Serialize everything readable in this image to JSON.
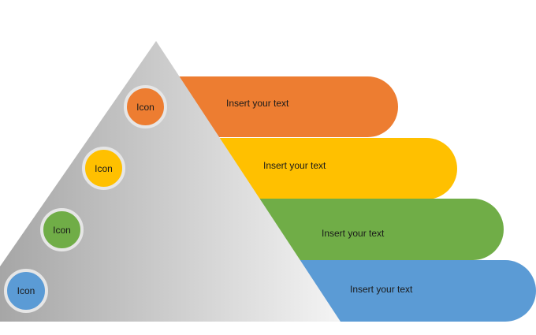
{
  "colors": {
    "orange": "#ed7d31",
    "yellow": "#ffc000",
    "green": "#70ad47",
    "blue": "#5b9bd5",
    "pyramid_dark": "#a6a6a6",
    "pyramid_light": "#f4f4f4",
    "circle_ring": "#e6e6e6"
  },
  "levels": [
    {
      "icon_label": "Icon",
      "text": "Insert your text",
      "color": "#ed7d31"
    },
    {
      "icon_label": "Icon",
      "text": "Insert your text",
      "color": "#ffc000"
    },
    {
      "icon_label": "Icon",
      "text": "Insert your text",
      "color": "#70ad47"
    },
    {
      "icon_label": "Icon",
      "text": "Insert your text",
      "color": "#5b9bd5"
    }
  ]
}
